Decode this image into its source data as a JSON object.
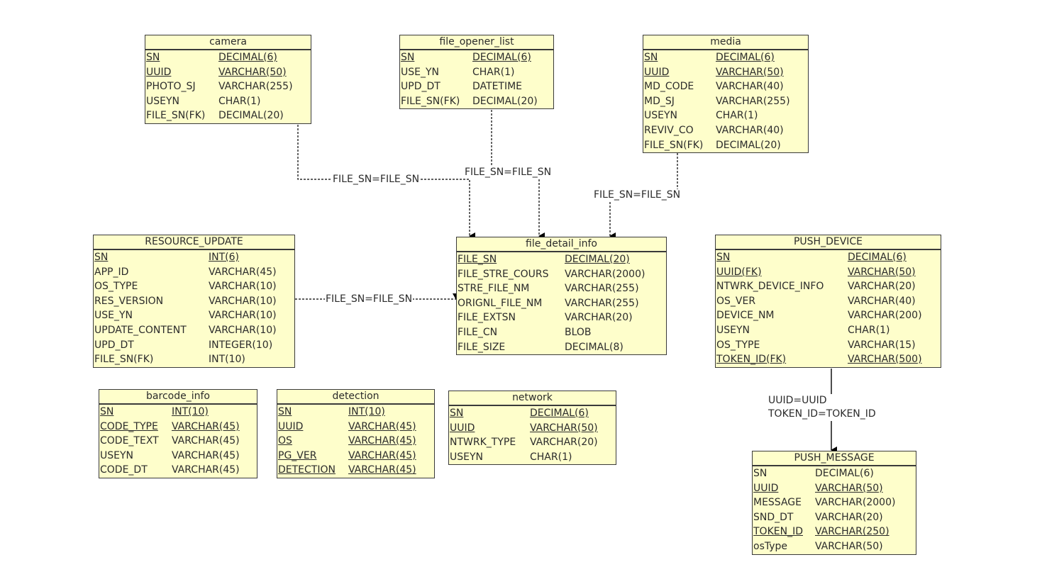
{
  "entities": {
    "camera": {
      "name": "camera",
      "columns": [
        {
          "name": "SN",
          "type": "DECIMAL(6)",
          "key": true
        },
        {
          "name": "UUID",
          "type": "VARCHAR(50)",
          "key": true
        },
        {
          "name": "PHOTO_SJ",
          "type": "VARCHAR(255)",
          "key": false
        },
        {
          "name": "USEYN",
          "type": "CHAR(1)",
          "key": false
        },
        {
          "name": "FILE_SN(FK)",
          "type": "DECIMAL(20)",
          "key": false
        }
      ]
    },
    "file_opener_list": {
      "name": "file_opener_list",
      "columns": [
        {
          "name": "SN",
          "type": "DECIMAL(6)",
          "key": true
        },
        {
          "name": "USE_YN",
          "type": "CHAR(1)",
          "key": false
        },
        {
          "name": "UPD_DT",
          "type": "DATETIME",
          "key": false
        },
        {
          "name": "FILE_SN(FK)",
          "type": "DECIMAL(20)",
          "key": false
        }
      ]
    },
    "media": {
      "name": "media",
      "columns": [
        {
          "name": "SN",
          "type": "DECIMAL(6)",
          "key": true
        },
        {
          "name": "UUID",
          "type": "VARCHAR(50)",
          "key": true
        },
        {
          "name": "MD_CODE",
          "type": "VARCHAR(40)",
          "key": false
        },
        {
          "name": "MD_SJ",
          "type": "VARCHAR(255)",
          "key": false
        },
        {
          "name": "USEYN",
          "type": "CHAR(1)",
          "key": false
        },
        {
          "name": "REVIV_CO",
          "type": "VARCHAR(40)",
          "key": false
        },
        {
          "name": "FILE_SN(FK)",
          "type": "DECIMAL(20)",
          "key": false
        }
      ]
    },
    "resource_update": {
      "name": "RESOURCE_UPDATE",
      "columns": [
        {
          "name": "SN",
          "type": "INT(6)",
          "key": true
        },
        {
          "name": "APP_ID",
          "type": "VARCHAR(45)",
          "key": false
        },
        {
          "name": "OS_TYPE",
          "type": "VARCHAR(10)",
          "key": false
        },
        {
          "name": "RES_VERSION",
          "type": "VARCHAR(10)",
          "key": false
        },
        {
          "name": "USE_YN",
          "type": "VARCHAR(10)",
          "key": false
        },
        {
          "name": "UPDATE_CONTENT",
          "type": "VARCHAR(10)",
          "key": false
        },
        {
          "name": "UPD_DT",
          "type": "INTEGER(10)",
          "key": false
        },
        {
          "name": "FILE_SN(FK)",
          "type": "INT(10)",
          "key": false
        }
      ]
    },
    "file_detail_info": {
      "name": "file_detail_info",
      "columns": [
        {
          "name": "FILE_SN",
          "type": "DECIMAL(20)",
          "key": true
        },
        {
          "name": "FILE_STRE_COURS",
          "type": "VARCHAR(2000)",
          "key": false
        },
        {
          "name": "STRE_FILE_NM",
          "type": "VARCHAR(255)",
          "key": false
        },
        {
          "name": "ORIGNL_FILE_NM",
          "type": "VARCHAR(255)",
          "key": false
        },
        {
          "name": "FILE_EXTSN",
          "type": "VARCHAR(20)",
          "key": false
        },
        {
          "name": "FILE_CN",
          "type": "BLOB",
          "key": false
        },
        {
          "name": "FILE_SIZE",
          "type": "DECIMAL(8)",
          "key": false
        }
      ]
    },
    "push_device": {
      "name": "PUSH_DEVICE",
      "columns": [
        {
          "name": "SN",
          "type": "DECIMAL(6)",
          "key": true
        },
        {
          "name": "UUID(FK)",
          "type": "VARCHAR(50)",
          "key": true
        },
        {
          "name": "NTWRK_DEVICE_INFO",
          "type": "VARCHAR(20)",
          "key": false
        },
        {
          "name": "OS_VER",
          "type": "VARCHAR(40)",
          "key": false
        },
        {
          "name": "DEVICE_NM",
          "type": "VARCHAR(200)",
          "key": false
        },
        {
          "name": "USEYN",
          "type": "CHAR(1)",
          "key": false
        },
        {
          "name": "OS_TYPE",
          "type": "VARCHAR(15)",
          "key": false
        },
        {
          "name": "TOKEN_ID(FK)",
          "type": "VARCHAR(500)",
          "key": true
        }
      ]
    },
    "barcode_info": {
      "name": "barcode_info",
      "columns": [
        {
          "name": "SN",
          "type": "INT(10)",
          "key": true
        },
        {
          "name": "CODE_TYPE",
          "type": "VARCHAR(45)",
          "key": true
        },
        {
          "name": "CODE_TEXT",
          "type": "VARCHAR(45)",
          "key": false
        },
        {
          "name": "USEYN",
          "type": "VARCHAR(45)",
          "key": false
        },
        {
          "name": "CODE_DT",
          "type": "VARCHAR(45)",
          "key": false
        }
      ]
    },
    "detection": {
      "name": "detection",
      "columns": [
        {
          "name": "SN",
          "type": "INT(10)",
          "key": true
        },
        {
          "name": "UUID",
          "type": "VARCHAR(45)",
          "key": true
        },
        {
          "name": "OS",
          "type": "VARCHAR(45)",
          "key": true
        },
        {
          "name": "PG_VER",
          "type": "VARCHAR(45)",
          "key": true
        },
        {
          "name": "DETECTION",
          "type": "VARCHAR(45)",
          "key": true
        }
      ]
    },
    "network": {
      "name": "network",
      "columns": [
        {
          "name": "SN",
          "type": "DECIMAL(6)",
          "key": true
        },
        {
          "name": "UUID",
          "type": "VARCHAR(50)",
          "key": true
        },
        {
          "name": "NTWRK_TYPE",
          "type": "VARCHAR(20)",
          "key": false
        },
        {
          "name": "USEYN",
          "type": "CHAR(1)",
          "key": false
        }
      ]
    },
    "push_message": {
      "name": "PUSH_MESSAGE",
      "columns": [
        {
          "name": "SN",
          "type": "DECIMAL(6)",
          "key": false
        },
        {
          "name": "UUID",
          "type": "VARCHAR(50)",
          "key": true
        },
        {
          "name": "MESSAGE",
          "type": "VARCHAR(2000)",
          "key": false
        },
        {
          "name": "SND_DT",
          "type": "VARCHAR(20)",
          "key": false
        },
        {
          "name": "TOKEN_ID",
          "type": "VARCHAR(250)",
          "key": true
        },
        {
          "name": "osType",
          "type": "VARCHAR(50)",
          "key": false
        }
      ]
    }
  },
  "relationships": [
    {
      "from": "camera",
      "to": "file_detail_info",
      "label": "FILE_SN=FILE_SN",
      "style": "dashed"
    },
    {
      "from": "file_opener_list",
      "to": "file_detail_info",
      "label": "FILE_SN=FILE_SN",
      "style": "dashed"
    },
    {
      "from": "media",
      "to": "file_detail_info",
      "label": "FILE_SN=FILE_SN",
      "style": "dashed"
    },
    {
      "from": "resource_update",
      "to": "file_detail_info",
      "label": "FILE_SN=FILE_SN",
      "style": "dashed"
    },
    {
      "from": "push_device",
      "to": "push_message",
      "label_lines": [
        "UUID=UUID",
        "TOKEN_ID=TOKEN_ID"
      ],
      "style": "solid"
    }
  ]
}
